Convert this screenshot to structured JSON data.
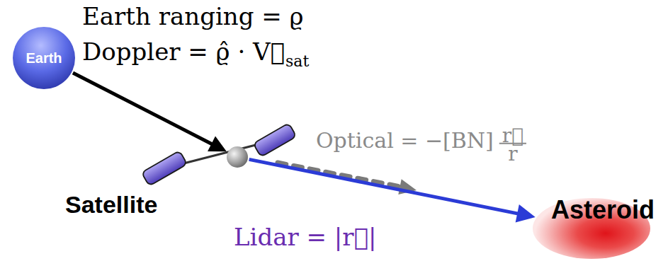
{
  "diagram": {
    "nodes": [
      {
        "text": [
          "Earth"
        ]
      },
      {
        "text": [
          "Satellite"
        ]
      },
      {
        "text": [
          "Asteroid"
        ]
      }
    ],
    "edges": [
      {
        "from": 0,
        "to": 1,
        "arrow": "to"
      },
      {
        "from": 1,
        "to": 2,
        "arrow": "to",
        "label": "Lidar = |r⃗|"
      }
    ],
    "labels": [
      "Earth ranging = ϱ",
      "Doppler = ϱ̂ · V⃗",
      "sat",
      "Optical = −[BN]",
      "r⃗",
      "r"
    ]
  }
}
